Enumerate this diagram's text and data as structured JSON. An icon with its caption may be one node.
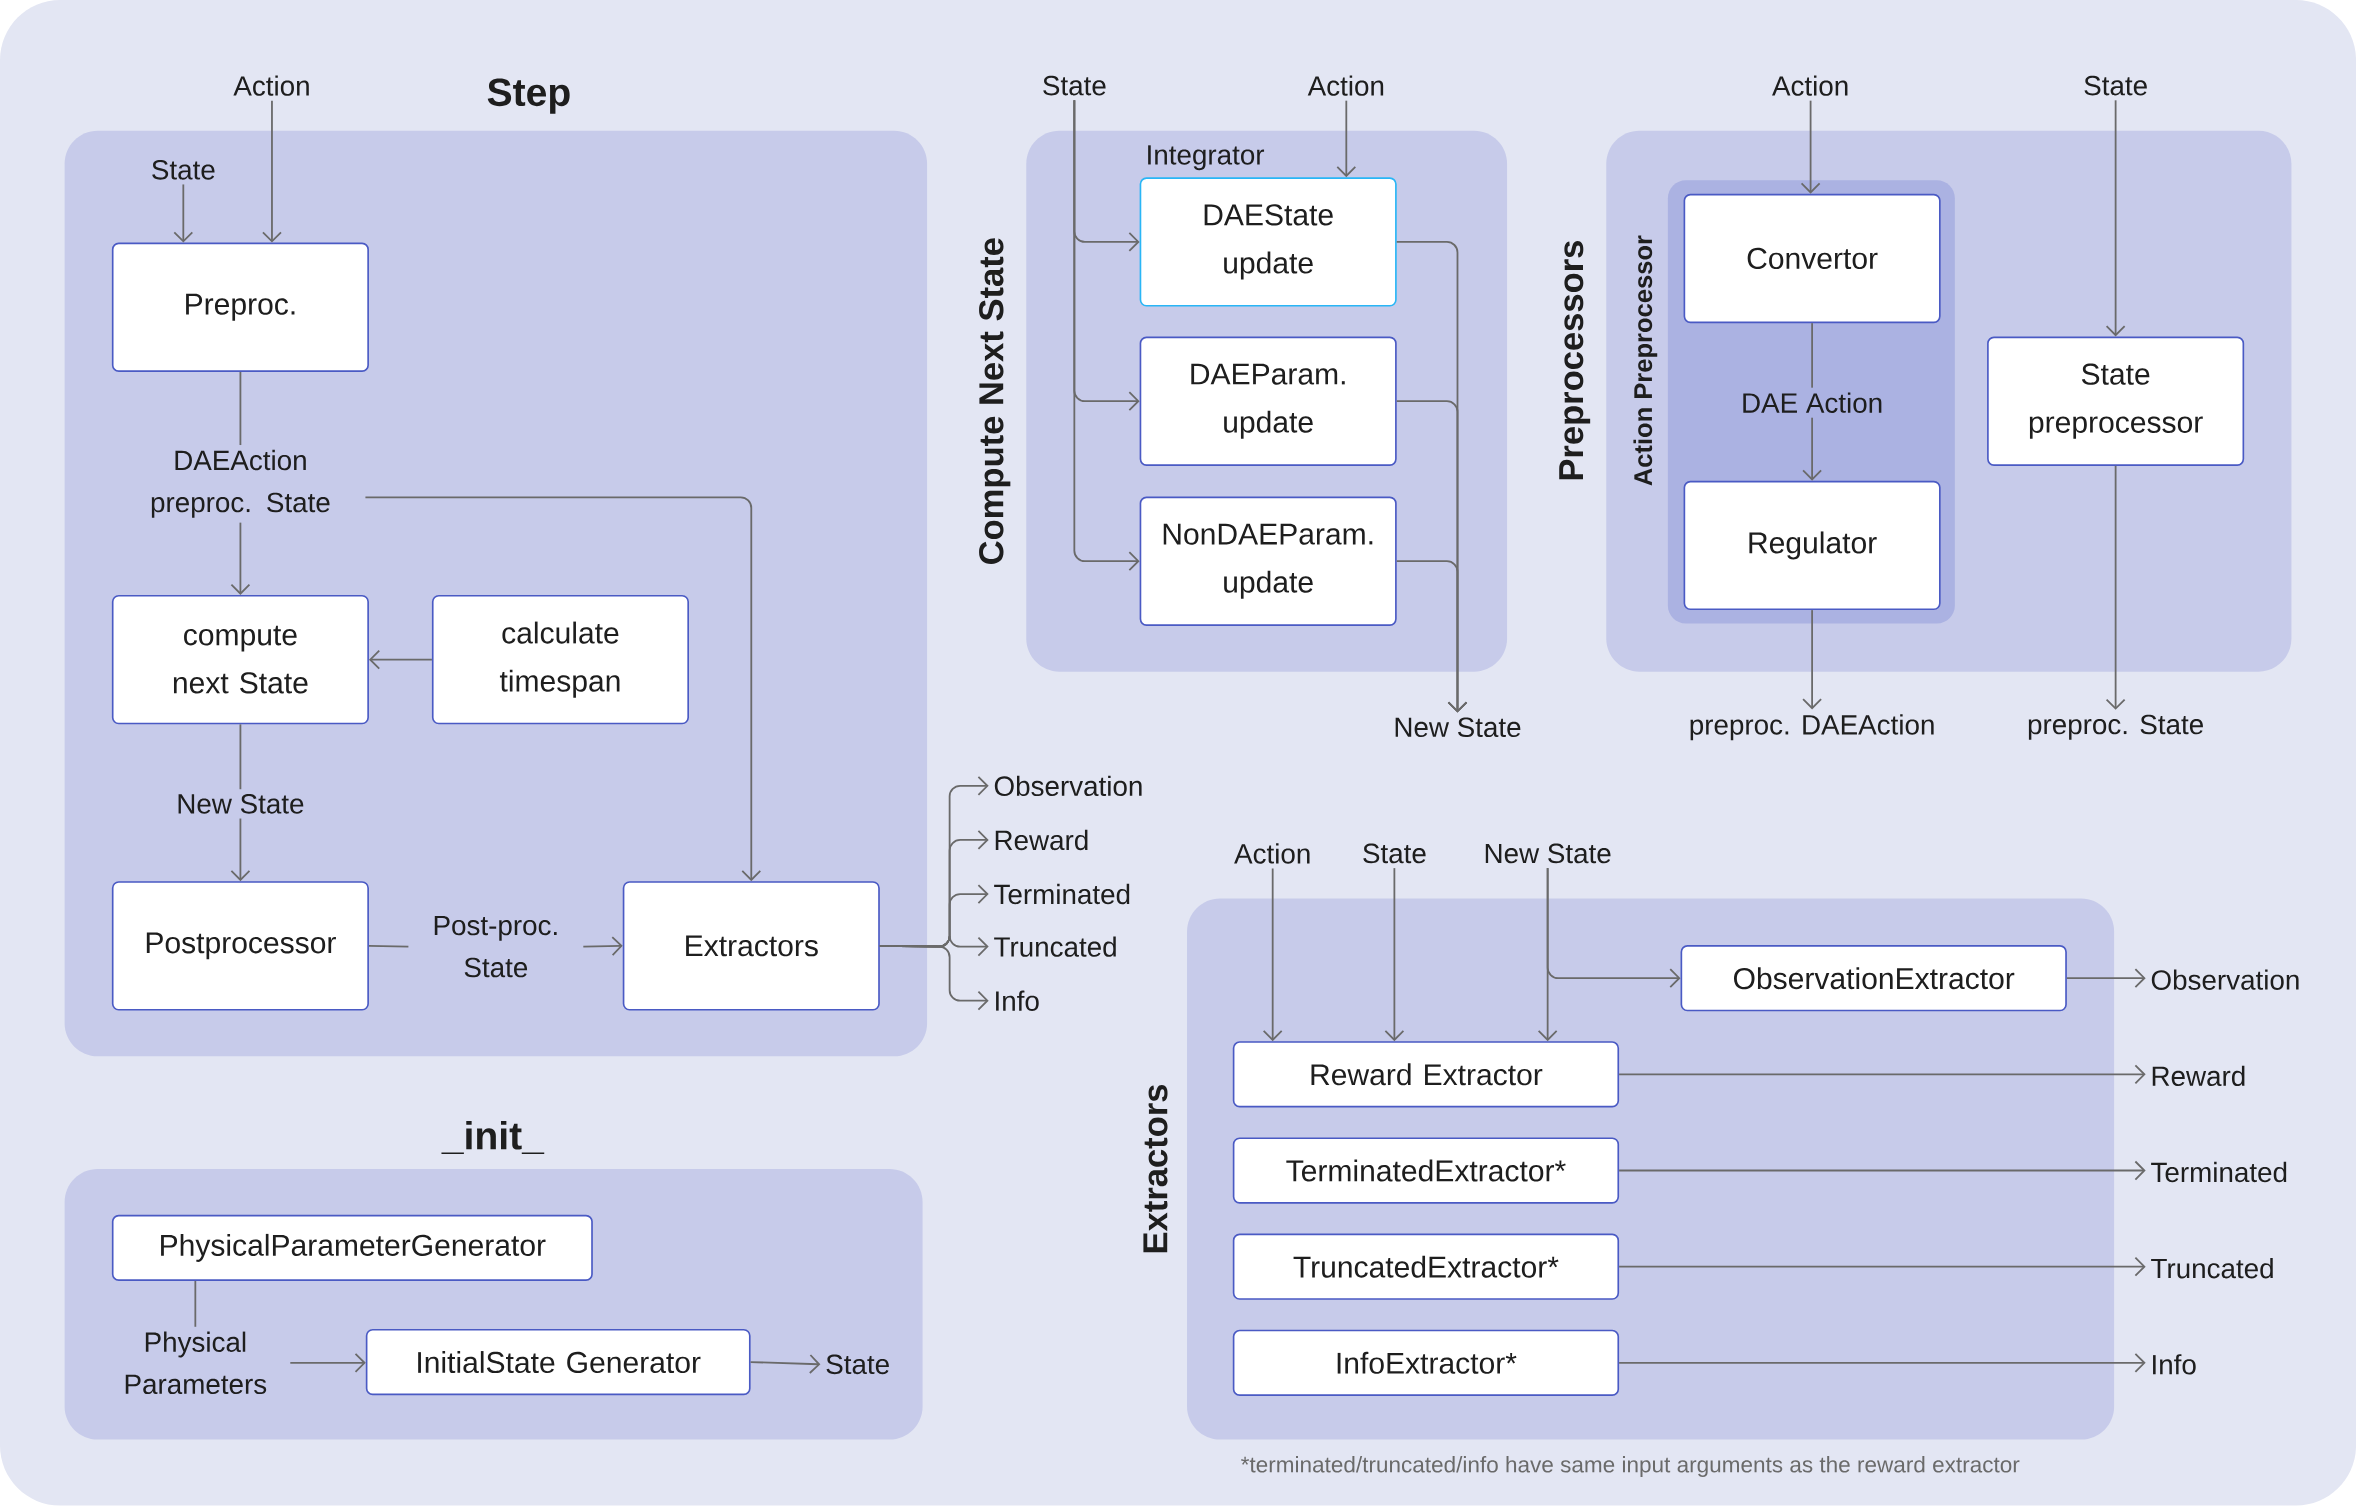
{
  "diagram": {
    "nodes": [
      {
        "text": [
          "Step"
        ]
      },
      {
        "text": [
          "Action"
        ]
      },
      {
        "text": [
          "State"
        ],
        "in": 0
      },
      {
        "text": [
          "Preproc."
        ],
        "in": 0
      },
      {
        "text": [
          "DAEAction preproc. State"
        ],
        "in": 0
      },
      {
        "text": [
          "compute next State"
        ],
        "in": 0
      },
      {
        "text": [
          "calculate timespan"
        ],
        "in": 0
      },
      {
        "text": [
          "New State"
        ],
        "in": 0
      },
      {
        "text": [
          "Postprocessor"
        ],
        "in": 0
      },
      {
        "text": [
          "Post-proc. State"
        ],
        "in": 0
      },
      {
        "text": [
          "Extractors"
        ],
        "in": 0
      },
      {
        "text": [
          "Observation"
        ]
      },
      {
        "text": [
          "Reward"
        ]
      },
      {
        "text": [
          "Terminated"
        ]
      },
      {
        "text": [
          "Truncated"
        ]
      },
      {
        "text": [
          "Info"
        ]
      },
      {
        "text": [
          "Compute Next State"
        ]
      },
      {
        "text": [
          "State"
        ]
      },
      {
        "text": [
          "Action"
        ]
      },
      {
        "text": [
          "DAEState update"
        ],
        "in": 16,
        "beside": [
          "Integrator"
        ]
      },
      {
        "text": [
          "DAEParam. update"
        ],
        "in": 16
      },
      {
        "text": [
          "NonDAEParam. update"
        ],
        "in": 16
      },
      {
        "text": [
          "New State"
        ]
      },
      {
        "text": [
          "Preprocessors"
        ]
      },
      {
        "text": [
          "Action"
        ]
      },
      {
        "text": [
          "State"
        ]
      },
      {
        "text": [
          "Action Preprocessor"
        ],
        "in": 23
      },
      {
        "text": [
          "Convertor"
        ],
        "in": 26
      },
      {
        "text": [
          "DAE Action"
        ],
        "in": 26
      },
      {
        "text": [
          "Regulator"
        ],
        "in": 26
      },
      {
        "text": [
          "State preprocessor"
        ],
        "in": 23
      },
      {
        "text": [
          "preproc. DAEAction"
        ]
      },
      {
        "text": [
          "preproc. State"
        ]
      },
      {
        "text": [
          "Action"
        ]
      },
      {
        "text": [
          "State"
        ]
      },
      {
        "text": [
          "New State"
        ]
      },
      {
        "text": [
          "Extractors"
        ]
      },
      {
        "text": [
          "ObservationExtractor"
        ],
        "in": 36
      },
      {
        "text": [
          "Reward Extractor"
        ],
        "in": 36
      },
      {
        "text": [
          "TerminatedExtractor*"
        ],
        "in": 36
      },
      {
        "text": [
          "TruncatedExtractor*"
        ],
        "in": 36
      },
      {
        "text": [
          "InfoExtractor*"
        ],
        "in": 36
      },
      {
        "text": [
          "Observation"
        ]
      },
      {
        "text": [
          "Reward"
        ]
      },
      {
        "text": [
          "Terminated"
        ]
      },
      {
        "text": [
          "Truncated"
        ]
      },
      {
        "text": [
          "Info"
        ]
      },
      {
        "text": [
          "_init_"
        ]
      },
      {
        "text": [
          "PhysicalParameterGenerator"
        ],
        "in": 47
      },
      {
        "text": [
          "Physical Parameters"
        ],
        "in": 47
      },
      {
        "text": [
          "InitialState Generator"
        ],
        "in": 47
      },
      {
        "text": [
          "State"
        ],
        "in": 47
      }
    ],
    "edges": [
      {
        "from": 1,
        "to": 3,
        "arrow": "to"
      },
      {
        "from": 2,
        "to": 3,
        "arrow": "to"
      },
      {
        "from": 3,
        "to": 4,
        "arrow": "none"
      },
      {
        "from": 4,
        "to": 5,
        "arrow": "to"
      },
      {
        "from": 4,
        "to": 10,
        "arrow": "to"
      },
      {
        "from": 6,
        "to": 5,
        "arrow": "to"
      },
      {
        "from": 5,
        "to": 7,
        "arrow": "none"
      },
      {
        "from": 7,
        "to": 8,
        "arrow": "to"
      },
      {
        "from": 8,
        "to": 9,
        "arrow": "none"
      },
      {
        "from": 9,
        "to": 10,
        "arrow": "to"
      },
      {
        "from": 10,
        "to": 11,
        "arrow": "to"
      },
      {
        "from": 10,
        "to": 12,
        "arrow": "to"
      },
      {
        "from": 10,
        "to": 13,
        "arrow": "to"
      },
      {
        "from": 10,
        "to": 14,
        "arrow": "to"
      },
      {
        "from": 10,
        "to": 15,
        "arrow": "to"
      },
      {
        "from": 17,
        "to": 19,
        "arrow": "to"
      },
      {
        "from": 17,
        "to": 20,
        "arrow": "to"
      },
      {
        "from": 17,
        "to": 21,
        "arrow": "to"
      },
      {
        "from": 18,
        "to": 19,
        "arrow": "to"
      },
      {
        "from": 19,
        "to": 22,
        "arrow": "to"
      },
      {
        "from": 20,
        "to": 22,
        "arrow": "to"
      },
      {
        "from": 21,
        "to": 22,
        "arrow": "to"
      },
      {
        "from": 24,
        "to": 27,
        "arrow": "to"
      },
      {
        "from": 27,
        "to": 28,
        "arrow": "none"
      },
      {
        "from": 28,
        "to": 29,
        "arrow": "to"
      },
      {
        "from": 29,
        "to": 31,
        "arrow": "to"
      },
      {
        "from": 25,
        "to": 30,
        "arrow": "to"
      },
      {
        "from": 30,
        "to": 32,
        "arrow": "to"
      },
      {
        "from": 33,
        "to": 38,
        "arrow": "to"
      },
      {
        "from": 34,
        "to": 38,
        "arrow": "to"
      },
      {
        "from": 35,
        "to": 38,
        "arrow": "to"
      },
      {
        "from": 35,
        "to": 37,
        "arrow": "to"
      },
      {
        "from": 37,
        "to": 42,
        "arrow": "to"
      },
      {
        "from": 38,
        "to": 43,
        "arrow": "to"
      },
      {
        "from": 39,
        "to": 44,
        "arrow": "to"
      },
      {
        "from": 40,
        "to": 45,
        "arrow": "to"
      },
      {
        "from": 41,
        "to": 46,
        "arrow": "to"
      },
      {
        "from": 48,
        "to": 49,
        "arrow": "none"
      },
      {
        "from": 49,
        "to": 50,
        "arrow": "to"
      },
      {
        "from": 50,
        "to": 51,
        "arrow": "to"
      }
    ],
    "labels": [
      "*terminated/truncated/info have same input arguments as the reward extractor"
    ]
  }
}
